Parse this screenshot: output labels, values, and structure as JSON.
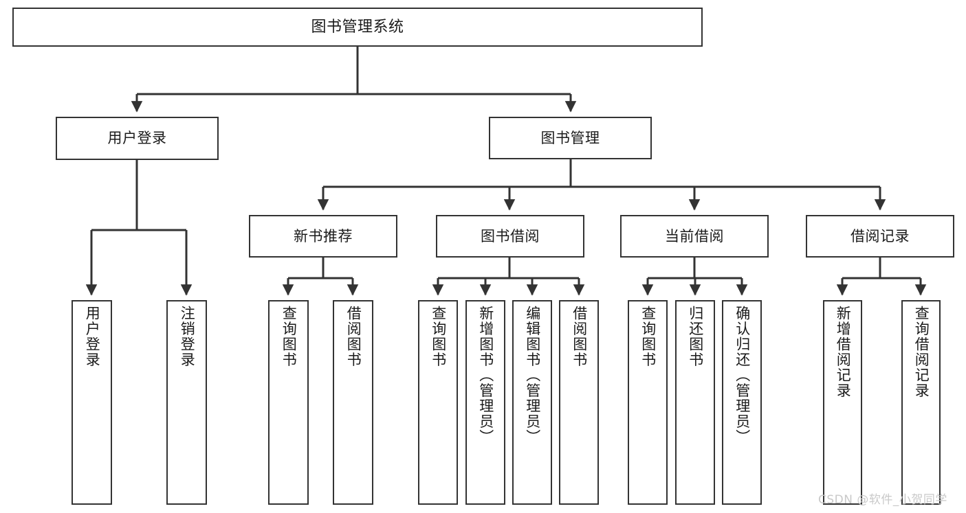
{
  "diagram": {
    "title": "图书管理系统",
    "type": "tree-hierarchy",
    "root": {
      "label": "图书管理系统"
    },
    "level1": [
      {
        "id": "user-login",
        "label": "用户登录"
      },
      {
        "id": "book-management",
        "label": "图书管理"
      }
    ],
    "level2": [
      {
        "id": "new-book-recommend",
        "label": "新书推荐",
        "parent": "book-management"
      },
      {
        "id": "book-borrow",
        "label": "图书借阅",
        "parent": "book-management"
      },
      {
        "id": "current-borrow",
        "label": "当前借阅",
        "parent": "book-management"
      },
      {
        "id": "borrow-record",
        "label": "借阅记录",
        "parent": "book-management"
      }
    ],
    "leaves": {
      "user-login": [
        {
          "id": "leaf-user-login",
          "label": "用户登录"
        },
        {
          "id": "leaf-logout",
          "label": "注销登录"
        }
      ],
      "new-book-recommend": [
        {
          "id": "leaf-query-book-1",
          "label": "查询图书"
        },
        {
          "id": "leaf-borrow-book-1",
          "label": "借阅图书"
        }
      ],
      "book-borrow": [
        {
          "id": "leaf-query-book-2",
          "label": "查询图书"
        },
        {
          "id": "leaf-add-book",
          "label": "新增图书（管理员）"
        },
        {
          "id": "leaf-edit-book",
          "label": "编辑图书（管理员）"
        },
        {
          "id": "leaf-borrow-book-2",
          "label": "借阅图书"
        }
      ],
      "current-borrow": [
        {
          "id": "leaf-query-book-3",
          "label": "查询图书"
        },
        {
          "id": "leaf-return-book",
          "label": "归还图书"
        },
        {
          "id": "leaf-confirm-return",
          "label": "确认归还（管理员）"
        }
      ],
      "borrow-record": [
        {
          "id": "leaf-add-record",
          "label": "新增借阅记录"
        },
        {
          "id": "leaf-query-record",
          "label": "查询借阅记录"
        }
      ]
    },
    "colors": {
      "stroke": "#333333",
      "fill": "#ffffff",
      "text": "#1a1a1a",
      "watermark": "#c9c9c9"
    }
  },
  "watermark": {
    "text": "CSDN @软件_小贺同学"
  }
}
